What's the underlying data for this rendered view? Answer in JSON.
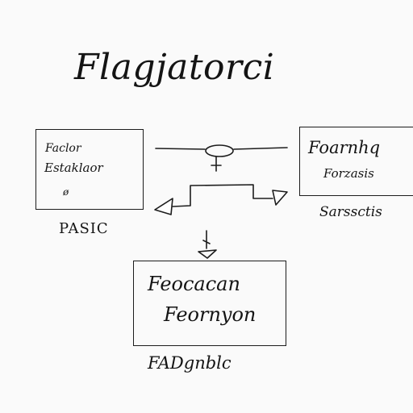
{
  "diagram": {
    "title": "Flagjatorci",
    "nodes": {
      "left": {
        "lines": [
          "Faclor",
          "Estaklaor",
          "ø"
        ],
        "caption": "PASIC"
      },
      "right": {
        "lines": [
          "Foarnhq",
          "Forzasis"
        ],
        "caption": "Sarssctis"
      },
      "bottom": {
        "lines": [
          "Feocacan",
          "Feornyon"
        ],
        "caption": "FADgnblc"
      }
    },
    "stroke_color": "#1c1c1c",
    "background_color": "#fafafa"
  }
}
